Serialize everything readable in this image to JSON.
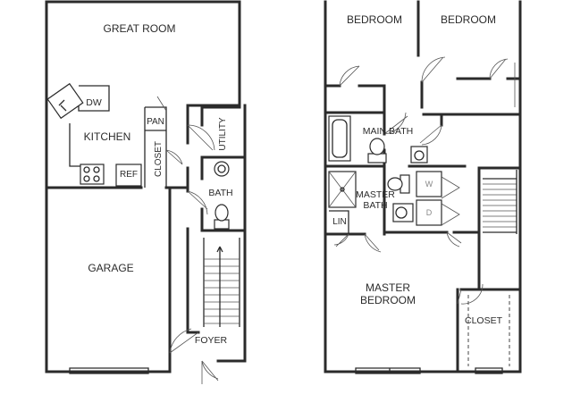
{
  "rooms": {
    "great_room": "GREAT ROOM",
    "kitchen": "KITCHEN",
    "dishwasher": "DW",
    "pantry": "PAN",
    "closet_first": "CLOSET",
    "refrigerator": "REF",
    "utility": "UTILITY",
    "bath": "BATH",
    "garage": "GARAGE",
    "foyer": "FOYER",
    "bedroom_left": "BEDROOM",
    "bedroom_right": "BEDROOM",
    "main_bath": "MAIN BATH",
    "master_bath_line1": "MASTER",
    "master_bath_line2": "BATH",
    "washer": "W",
    "dryer": "D",
    "linen": "LIN",
    "master_bedroom_line1": "MASTER",
    "master_bedroom_line2": "BEDROOM",
    "closet_master": "CLOSET"
  }
}
